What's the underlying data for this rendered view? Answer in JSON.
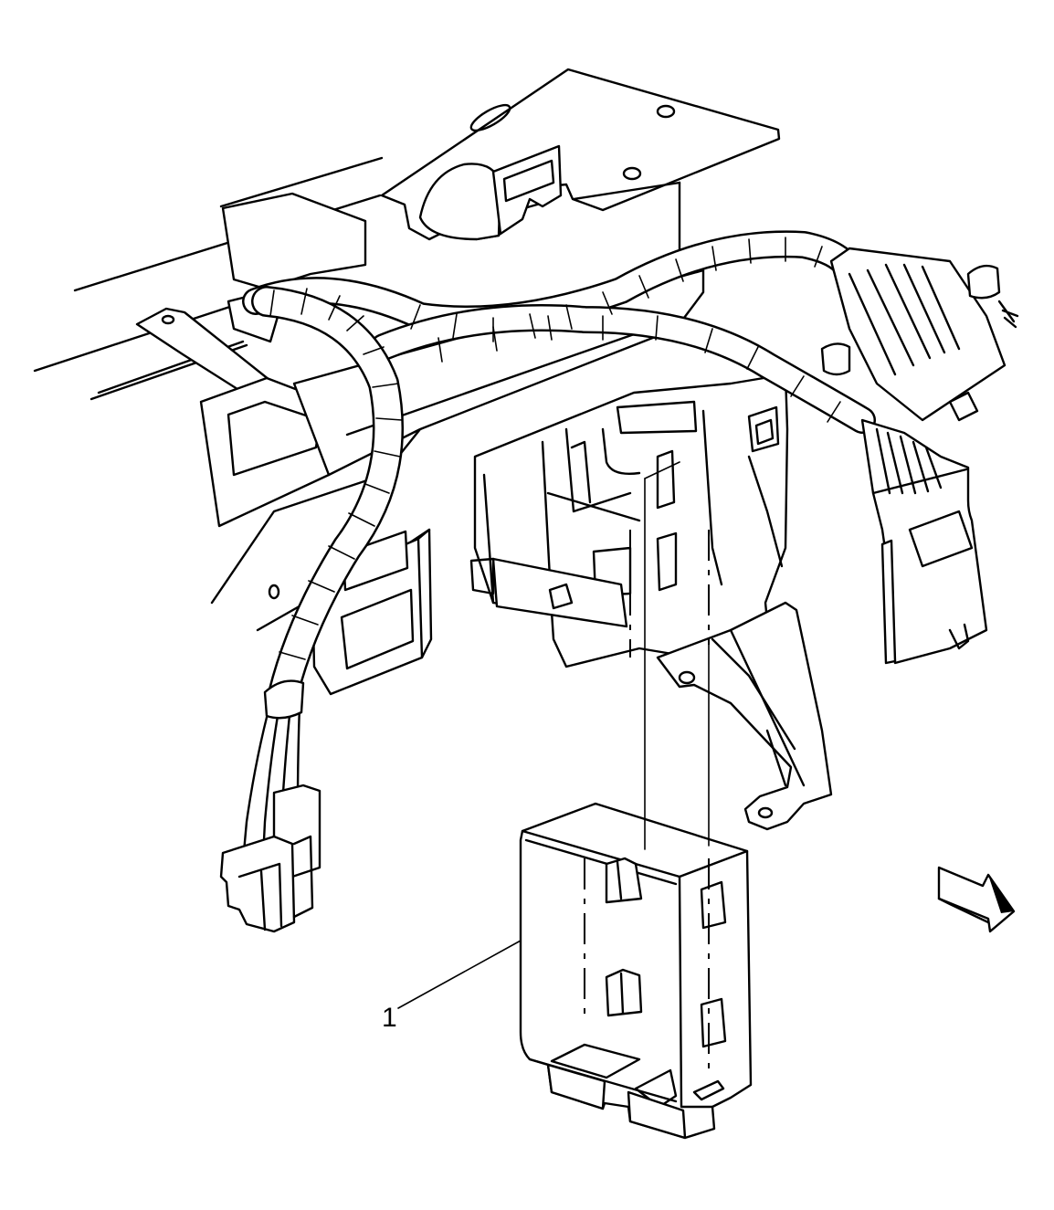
{
  "diagram": {
    "callouts": [
      {
        "number": "1",
        "part": "module"
      }
    ],
    "orientation_arrow": "front-view-arrow"
  },
  "colors": {
    "line": "#000000",
    "background": "#ffffff"
  }
}
